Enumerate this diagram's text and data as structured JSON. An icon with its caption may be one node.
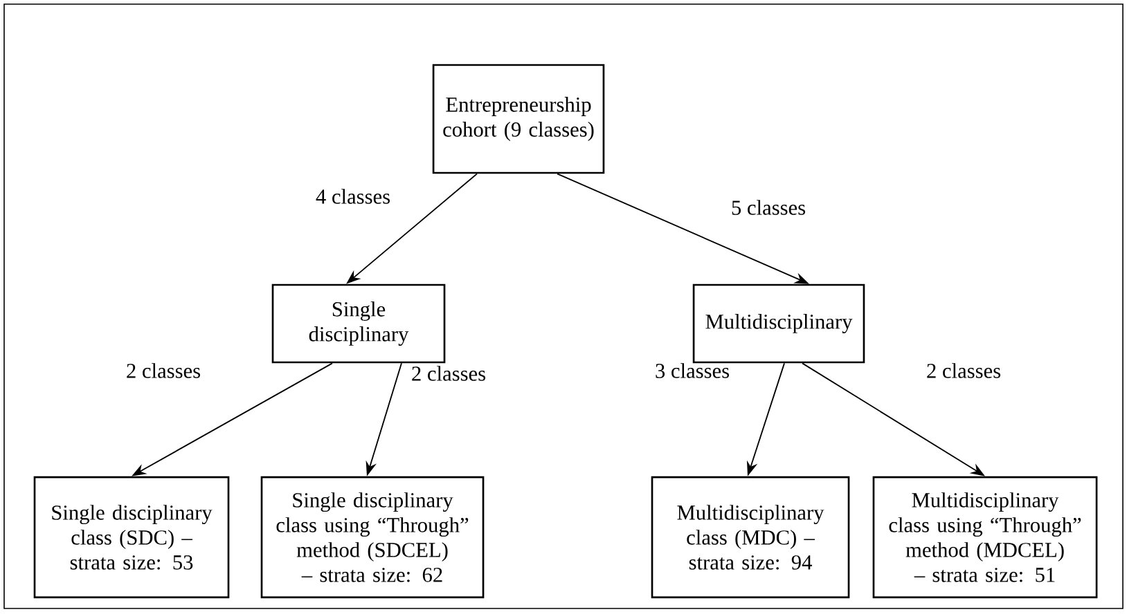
{
  "diagram": {
    "nodes": [
      {
        "text": [
          "Entrepreneurship cohort (9 classes)"
        ]
      },
      {
        "text": [
          "Single disciplinary"
        ]
      },
      {
        "text": [
          "Multidisciplinary"
        ]
      },
      {
        "text": [
          "Single disciplinary class (SDC) – strata size: 53"
        ]
      },
      {
        "text": [
          "Single disciplinary class using “Through” method (SDCEL) – strata size: 62"
        ]
      },
      {
        "text": [
          "Multidisciplinary class (MDC) – strata size: 94"
        ]
      },
      {
        "text": [
          "Multidisciplinary class using “Through” method (MDCEL) – strata size: 51"
        ]
      }
    ],
    "edges": [
      {
        "from": 0,
        "to": 1,
        "arrow": "to",
        "label": "4 classes"
      },
      {
        "from": 0,
        "to": 2,
        "arrow": "to",
        "label": "5 classes"
      },
      {
        "from": 1,
        "to": 3,
        "arrow": "to",
        "label": "2 classes"
      },
      {
        "from": 1,
        "to": 4,
        "arrow": "to",
        "label": "2 classes"
      },
      {
        "from": 2,
        "to": 5,
        "arrow": "to",
        "label": "3 classes"
      },
      {
        "from": 2,
        "to": 6,
        "arrow": "to",
        "label": "2 classes"
      }
    ]
  }
}
